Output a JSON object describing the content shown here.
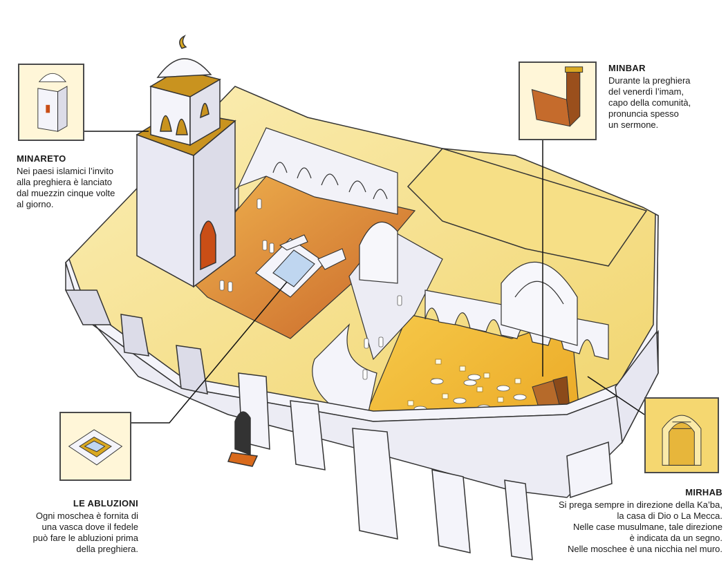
{
  "labels": {
    "minareto": {
      "title": "MINARETO",
      "text": "Nei paesi islamici l’invito\nalla preghiera è lanciato\ndal muezzin cinque volte\nal giorno."
    },
    "minbar": {
      "title": "MINBAR",
      "text": "Durante la preghiera\ndel venerdì l’imam,\ncapo della comunità,\npronuncia spesso\nun sermone."
    },
    "abluzioni": {
      "title": "LE ABLUZIONI",
      "text": "Ogni moschea è fornita di\nuna vasca dove il fedele\npuò fare le abluzioni prima\ndella preghiera."
    },
    "mirhab": {
      "title": "MIRHAB",
      "text": "Si prega sempre in direzione della Ka’ba,\nla casa di Dio o La Mecca.\nNelle case musulmane, tale direzione\nè indicata da un segno.\nNelle moschee è una nicchia nel muro."
    }
  },
  "colors": {
    "wall_light": "#f4f4fa",
    "wall_shade": "#d9d9e6",
    "wall_top": "#f3dd8c",
    "courtyard_floor": "#e8a23a",
    "prayer_floor": "#f0bb2a",
    "roof": "#f7e49a",
    "outline": "#333333",
    "leader": "#111111"
  }
}
